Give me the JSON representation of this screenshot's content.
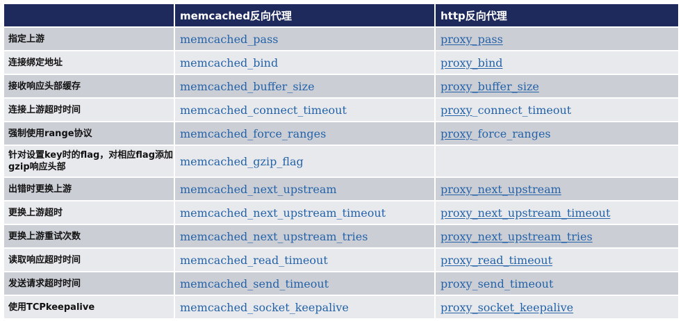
{
  "headers": {
    "col1": "",
    "col2": "memcached反向代理",
    "col3": "http反向代理"
  },
  "rows": [
    {
      "label": "指定上游",
      "memcached": "memcached_pass",
      "proxy": "proxy_pass",
      "proxy_link": "full"
    },
    {
      "label": "连接绑定地址",
      "memcached": "memcached_bind",
      "proxy": "proxy_bind",
      "proxy_link": "full"
    },
    {
      "label": "接收响应头部缓存",
      "memcached": "memcached_buffer_size",
      "proxy": "proxy_buffer_size",
      "proxy_link": "full"
    },
    {
      "label": "连接上游超时时间",
      "memcached": "memcached_connect_timeout",
      "proxy": "proxy_connect_timeout",
      "proxy_link": "prefix"
    },
    {
      "label": "强制使用range协议",
      "memcached": "memcached_force_ranges",
      "proxy": "proxy_force_ranges",
      "proxy_link": "prefix"
    },
    {
      "label": "针对设置key时的flag，对相应flag添加gzip响应头部",
      "memcached": "memcached_gzip_flag",
      "proxy": "",
      "proxy_link": "none"
    },
    {
      "label": "出错时更换上游",
      "memcached": "memcached_next_upstream",
      "proxy": "proxy_next_upstream",
      "proxy_link": "full"
    },
    {
      "label": "更换上游超时",
      "memcached": "memcached_next_upstream_timeout",
      "proxy": "proxy_next_upstream_timeout",
      "proxy_link": "full"
    },
    {
      "label": "更换上游重试次数",
      "memcached": "memcached_next_upstream_tries",
      "proxy": "proxy_next_upstream_tries",
      "proxy_link": "full"
    },
    {
      "label": "读取响应超时时间",
      "memcached": "memcached_read_timeout",
      "proxy": "proxy_read_timeout",
      "proxy_link": "full"
    },
    {
      "label": "发送请求超时时间",
      "memcached": "memcached_send_timeout",
      "proxy": "proxy_send_timeout",
      "proxy_link": "none"
    },
    {
      "label": "使用TCPkeepalive",
      "memcached": "memcached_socket_keepalive",
      "proxy": "proxy_socket_keepalive",
      "proxy_link": "full"
    }
  ]
}
